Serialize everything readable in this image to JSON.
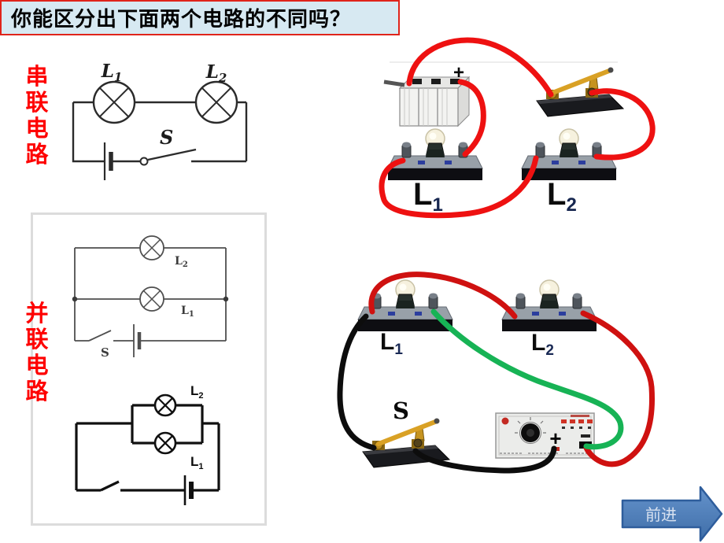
{
  "title": "你能区分出下面两个电路的不同吗？",
  "side_labels": {
    "series": "串联电路",
    "parallel": "并联电路"
  },
  "series_schematic": {
    "lamp1": {
      "label": "L",
      "sub": "1"
    },
    "lamp2": {
      "label": "L",
      "sub": "2"
    },
    "switch_label": "S"
  },
  "parallel_schematic_1": {
    "lamp_top": {
      "label": "L",
      "sub": "2"
    },
    "lamp_mid": {
      "label": "L",
      "sub": "1"
    },
    "switch_label": "S"
  },
  "parallel_schematic_2": {
    "lamp_top": {
      "label": "L",
      "sub": "2"
    },
    "lamp_bottom": {
      "label": "L",
      "sub": "1"
    }
  },
  "series_photo": {
    "battery_plus": "+",
    "lamp1": {
      "label": "L",
      "sub": "1"
    },
    "lamp2": {
      "label": "L",
      "sub": "2"
    }
  },
  "parallel_photo": {
    "switch_label": "S",
    "psu_plus": "+",
    "lamp1": {
      "label": "L",
      "sub": "1"
    },
    "lamp2": {
      "label": "L",
      "sub": "2"
    }
  },
  "nav": {
    "forward_label": "前进"
  },
  "colors": {
    "banner_bg": "#d7e9f2",
    "banner_border": "#e0241b",
    "label_red": "#fe0000",
    "wire_red_bright": "#ee1111",
    "wire_red_dark": "#cf1110",
    "wire_green": "#17b355",
    "wire_black": "#0d0d0d",
    "arrow_blue": "#4f81bd",
    "arrow_border": "#2e5d9c"
  }
}
